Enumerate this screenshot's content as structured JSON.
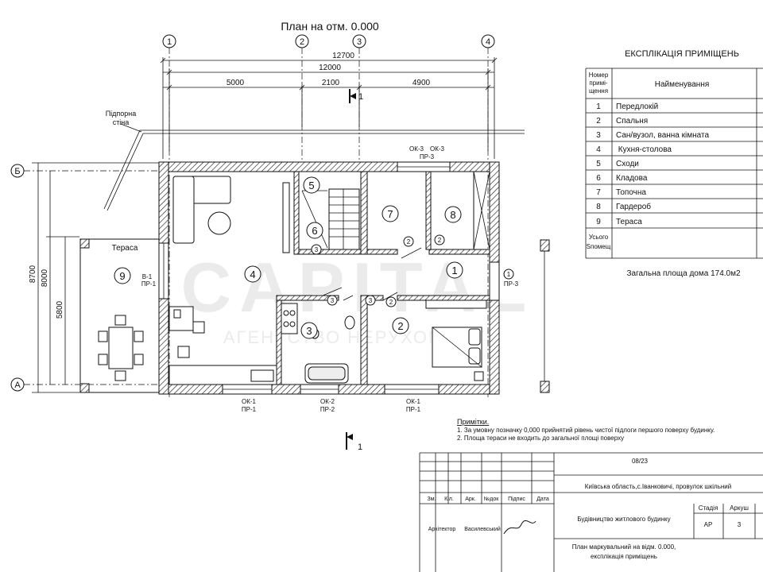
{
  "plan_title": "План на отм. 0.000",
  "axes": [
    "1",
    "2",
    "3",
    "4",
    "Б",
    "А"
  ],
  "dimensions_horizontal": [
    "12700",
    "12000",
    "5000",
    "2100",
    "4900"
  ],
  "dimensions_vertical": [
    "8700",
    "8000",
    "5800"
  ],
  "section_mark": "1",
  "labels": {
    "retaining_wall_line1": "Підпорна",
    "retaining_wall_line2": "стіна",
    "terrace": "Тераса",
    "door_v1": "В-1",
    "door_pr1": "ПР-1",
    "door_pr3": "ПР-3",
    "ok3a": "ОК-3",
    "ok3b": "ОК-3",
    "pr3_top": "ПР-3",
    "bottom_ok1_left": "ОК-1",
    "bottom_pr1_left": "ПР-1",
    "bottom_ok2": "ОК-2",
    "bottom_pr2": "ПР-2",
    "bottom_ok1_right": "ОК-1",
    "bottom_pr1_right": "ПР-1"
  },
  "room_numbers": [
    "9",
    "4",
    "5",
    "6",
    "7",
    "8",
    "1",
    "3",
    "2"
  ],
  "door_marks": [
    "2",
    "2",
    "3",
    "1",
    "3",
    "3",
    "2"
  ],
  "explication": {
    "title": "ЕКСПЛІКАЦІЯ ПРИМІЩЕНЬ",
    "header_num": [
      "Номер",
      "примі-",
      "щення"
    ],
    "header_name": "Найменування",
    "rows": [
      {
        "num": "1",
        "name": "Передлокій"
      },
      {
        "num": "2",
        "name": "Спальня"
      },
      {
        "num": "3",
        "name": "Сан/вузол, ванна кімната"
      },
      {
        "num": "4",
        "name": " Кухня-столова"
      },
      {
        "num": "5",
        "name": "Сходи"
      },
      {
        "num": "6",
        "name": "Кладова"
      },
      {
        "num": "7",
        "name": "Топочна"
      },
      {
        "num": "8",
        "name": "Гардероб"
      },
      {
        "num": "9",
        "name": "Тераса"
      }
    ],
    "total_label": [
      "Усього",
      "Sпомещ"
    ],
    "total_area": "Загальна площа дома 174.0м2"
  },
  "notes": {
    "heading": "Примітки.",
    "items": [
      "1. За умовну позначку 0,000 прийнятий рівень чистої підлоги першого поверху будинку.",
      "2. Площа тераси не входить до загальної площі поверху"
    ]
  },
  "title_block": {
    "code": "08/23",
    "address": "Київська область,с.Іванковичі, провулок шкільний",
    "headers": [
      "Зм.",
      "Кіл.",
      "Арк.",
      "№док",
      "Підпис",
      "Дата"
    ],
    "architect_role": "Архітектор",
    "architect_name": "Василевський",
    "project": "Будівництво житлового будинку",
    "stage_label": "Стадія",
    "sheet_label": "Аркуш",
    "stage": "АР",
    "sheet": "3",
    "drawing_name_line1": "План маркувальний на відм. 0.000,",
    "drawing_name_line2": "експлікація приміщень"
  },
  "watermark": [
    "CAPITAL",
    "АГЕНТСТВО НЕРУХОМОСТІ"
  ]
}
